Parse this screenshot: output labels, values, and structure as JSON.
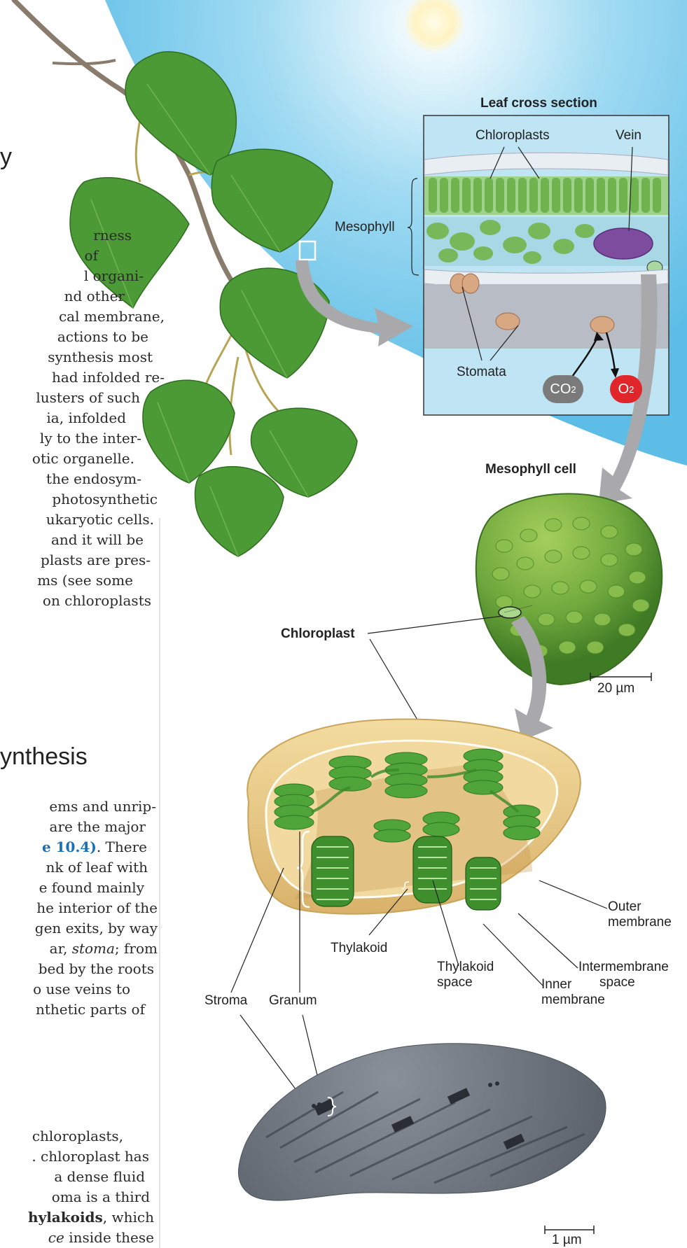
{
  "left_column": {
    "heading_1": "y",
    "paragraph_1": [
      "rness",
      "of",
      "l organi-",
      "nd other",
      "cal membrane,",
      "actions to be",
      "synthesis most",
      "had infolded re-",
      "lusters of such",
      "ia, infolded",
      "ly to the inter-",
      "otic organelle.",
      "the endosym-",
      "photosynthetic",
      "ukaryotic cells.",
      "and it will be",
      "plasts are pres-",
      "ms (see some",
      "on chloroplasts"
    ],
    "heading_2": "ynthesis",
    "paragraph_2": [
      {
        "text": "ems and unrip-"
      },
      {
        "text": "are the major"
      },
      {
        "text": "e 10.4)",
        "emphasis": "figure-ref",
        "suffix": ". There"
      },
      {
        "text": "nk of leaf with"
      },
      {
        "text": "e found mainly"
      },
      {
        "text": "he interior of the"
      },
      {
        "text": "gen exits, by way"
      },
      {
        "text": "ar, ",
        "italic": "stoma",
        "suffix": "; from"
      },
      {
        "text": "bed by the roots"
      },
      {
        "text": "o use veins to"
      },
      {
        "text": "nthetic parts of"
      }
    ],
    "paragraph_3": [
      {
        "text": "chloroplasts,"
      },
      {
        "text": ". chloroplast has"
      },
      {
        "text": " a dense fluid"
      },
      {
        "text": "oma is a third"
      },
      {
        "bold": "hylakoids",
        "suffix": ", which"
      },
      {
        "italic": "ce",
        "suffix": " inside these"
      }
    ]
  },
  "leaf_cross_section": {
    "title": "Leaf cross section",
    "labels": {
      "chloroplasts": "Chloroplasts",
      "vein": "Vein",
      "mesophyll": "Mesophyll",
      "stomata": "Stomata"
    },
    "co2": {
      "base": "CO",
      "sub": "2",
      "color": "#7a7a7a"
    },
    "o2": {
      "base": "O",
      "sub": "2",
      "color": "#e0262b"
    }
  },
  "mesophyll_cell": {
    "title": "Mesophyll cell",
    "scale": "20 µm"
  },
  "chloroplast": {
    "title": "Chloroplast",
    "labels": {
      "outer_membrane": [
        "Outer",
        "membrane"
      ],
      "intermembrane_space": [
        "Intermembrane",
        "space"
      ],
      "inner_membrane": [
        "Inner",
        "membrane"
      ],
      "thylakoid_space": [
        "Thylakoid",
        "space"
      ],
      "thylakoid": "Thylakoid",
      "stroma": "Stroma",
      "granum": "Granum"
    },
    "micrograph_scale": "1 µm"
  },
  "colors": {
    "sky": "#6cc4e8",
    "leaf": "#3f8f2e",
    "arrow": "#a9a9ab",
    "chloroplast_envelope": "#e8c88a",
    "thylakoid": "#3a9a2a",
    "figure_ref": "#1a6fb5"
  }
}
